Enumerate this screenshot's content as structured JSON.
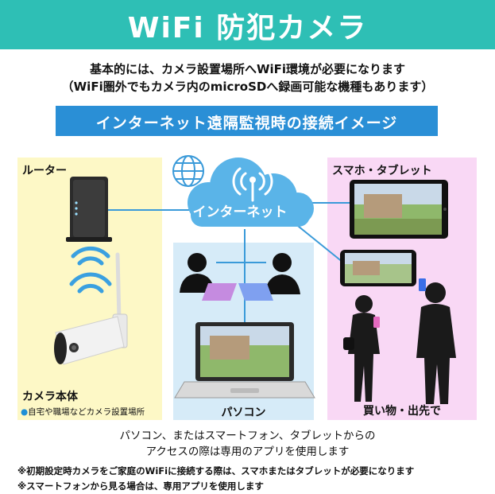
{
  "title": "WiFi 防犯カメラ",
  "intro": {
    "line1": "基本的には、カメラ設置場所へWiFi環境が必要になります",
    "line2": "（WiFi圏外でもカメラ内のmicroSDへ録画可能な機種もあります）"
  },
  "subtitle": "インターネット遠隔監視時の接続イメージ",
  "nodes": {
    "router": "ルーター",
    "internet": "インターネット",
    "smartphone_tablet": "スマホ・タブレット",
    "camera": "カメラ本体",
    "camera_note_bullet": "●",
    "camera_note": "自宅や職場などカメラ設置場所",
    "pc": "パソコン",
    "shopping": "買い物・出先で"
  },
  "caption": {
    "line1": "パソコン、またはスマートフォン、タブレットからの",
    "line2": "アクセスの際は専用のアプリを使用します"
  },
  "footnotes": [
    "※初期設定時カメラをご家庭のWiFiに接続する際は、スマホまたはタブレットが必要になります",
    "※スマートフォンから見る場合は、専用アプリを使用します"
  ],
  "colors": {
    "title_banner": "#2ebfb5",
    "subtitle_banner": "#2a8fd6",
    "cloud": "#5ab4e8",
    "wifi": "#3aa0e0",
    "left_panel": "#fdf8c6",
    "mid_panel": "#d6ebf8",
    "right_panel": "#f9d8f5"
  }
}
